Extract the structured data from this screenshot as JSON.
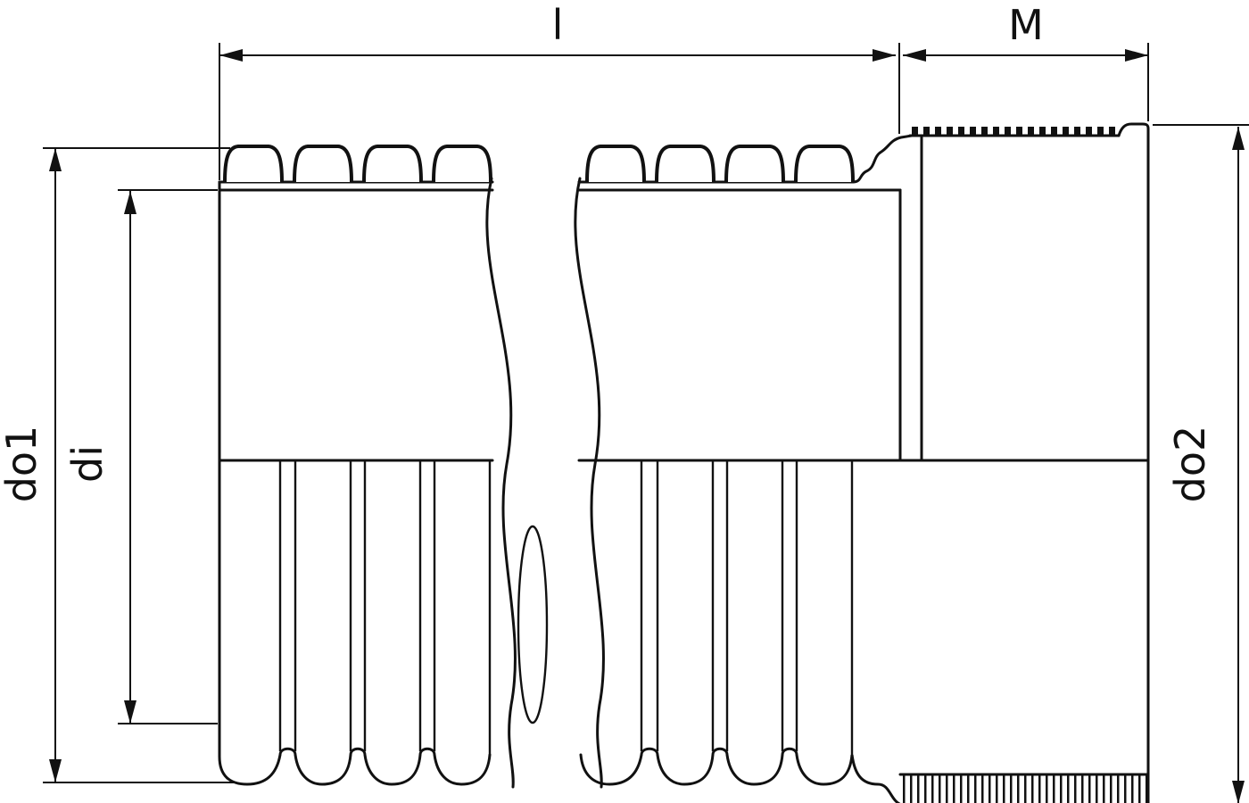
{
  "diagram": {
    "labels": {
      "l": "l",
      "M": "M",
      "do1": "do1",
      "di": "di",
      "do2": "do2"
    },
    "colors": {
      "line": "#111111",
      "background": "#ffffff"
    }
  }
}
